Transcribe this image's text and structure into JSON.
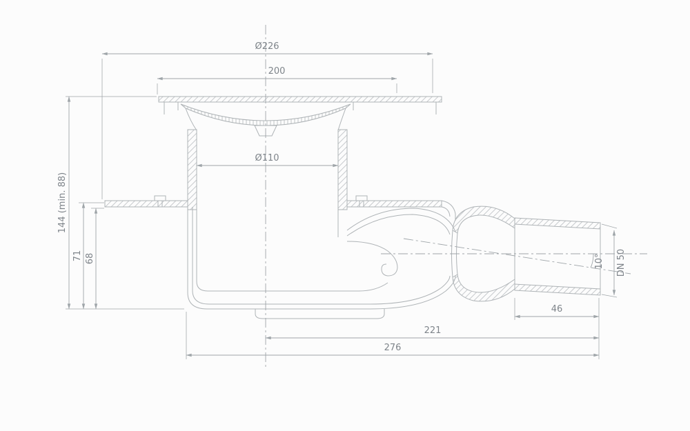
{
  "meta": {
    "background_color": "#fcfcfc",
    "line_color": "#aeb3b6",
    "dimension_color": "#9fa5a9",
    "text_color": "#7e848a",
    "hatch_color": "#c6c9cc"
  },
  "dimensions": {
    "flange_diameter": "Ø226",
    "grate_width": "200",
    "pipe_diameter": "Ø110",
    "total_height": "144 (min. 88)",
    "height_outer": "71",
    "height_inner": "68",
    "outlet_size": "DN 50",
    "outlet_angle": "10°",
    "insertion_depth": "46",
    "outlet_length": "221",
    "total_length": "276"
  }
}
